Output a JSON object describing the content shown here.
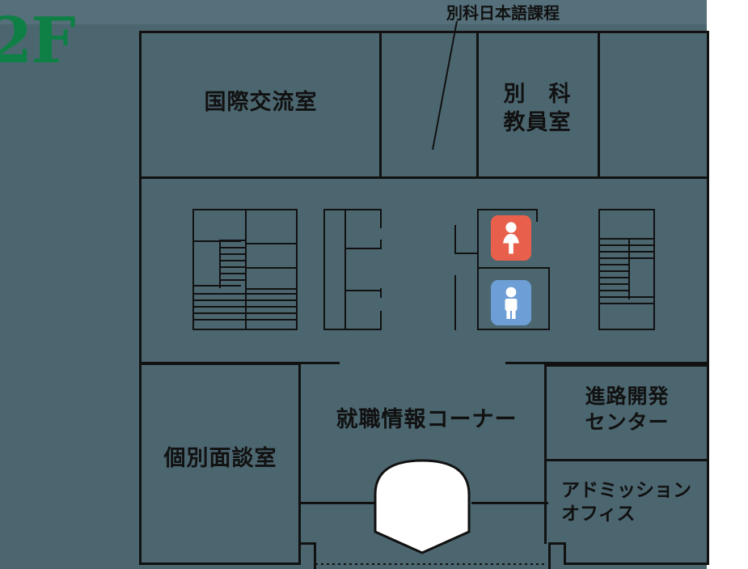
{
  "map": {
    "floor_label": "2F",
    "callout_label": "別科日本語課程",
    "background_color": "#4c6670",
    "wall_color": "#111111",
    "floor_label_color": "#0f8045"
  },
  "rooms": {
    "international_exchange": "国際交流室",
    "bekka_staff_room": "別　科\n教員室",
    "individual_interview": "個別面談室",
    "job_info_corner": "就職情報コーナー",
    "career_development_center": "進路開発\nセンター",
    "admission_office": "アドミッション\nオフィス"
  },
  "facilities": {
    "womens_restroom": {
      "icon": "womens-restroom-icon",
      "color": "#e8604c"
    },
    "mens_restroom": {
      "icon": "mens-restroom-icon",
      "color": "#6d9ed6"
    },
    "stairs_left": "stairs-icon",
    "stairs_center": "stairs-icon",
    "stairs_right": "stairs-icon",
    "lobby_marker": "lobby-marker-shape"
  }
}
